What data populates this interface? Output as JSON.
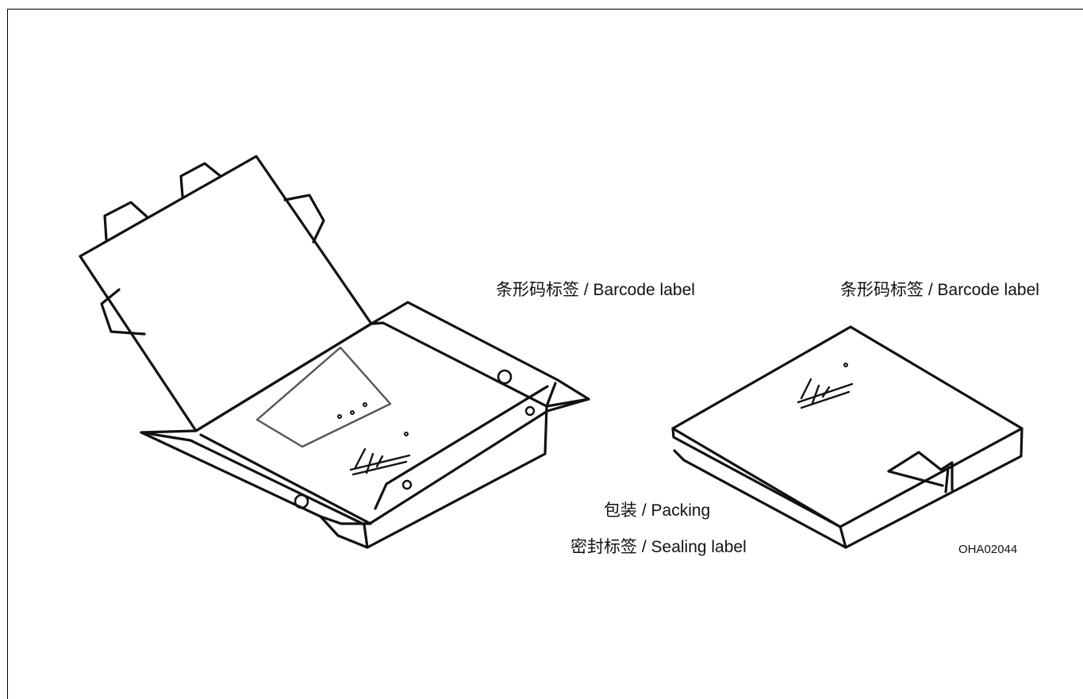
{
  "labels": {
    "barcode_left": "条形码标签  / Barcode label",
    "barcode_right": "条形码标签  / Barcode label",
    "packing": "包装  / Packing",
    "sealing": "密封标签  / Sealing label"
  },
  "figure_code": "OHA02044",
  "colors": {
    "line": "#111111",
    "background": "#ffffff",
    "label_outline": "#555555"
  }
}
